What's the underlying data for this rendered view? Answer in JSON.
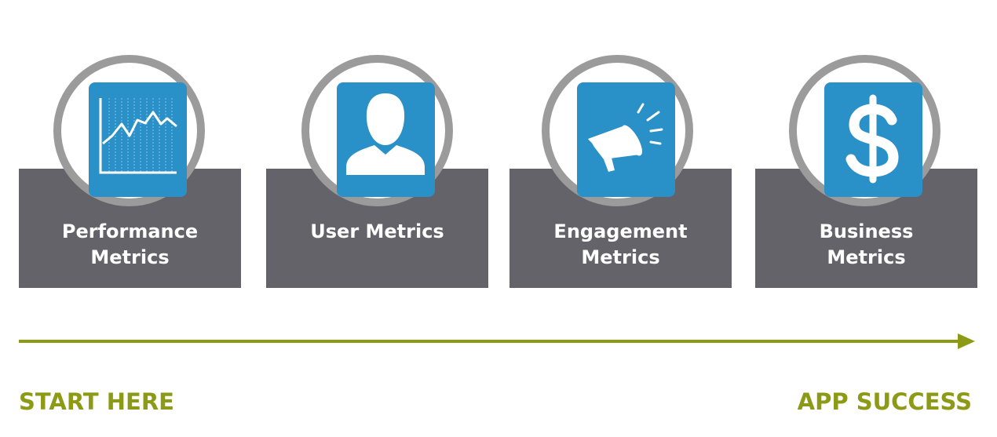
{
  "steps": [
    {
      "label": "Performance\nMetrics",
      "icon": "line-chart-icon"
    },
    {
      "label": "User Metrics",
      "icon": "user-icon"
    },
    {
      "label": "Engagement\nMetrics",
      "icon": "megaphone-icon"
    },
    {
      "label": "Business\nMetrics",
      "icon": "dollar-icon"
    }
  ],
  "flow": {
    "start_label": "START HERE",
    "end_label": "APP SUCCESS"
  },
  "colors": {
    "card": "#646369",
    "ring": "#9b9b9b",
    "icon_tile": "#2a90c8",
    "accent": "#8c9a16",
    "label_text": "#ffffff"
  }
}
